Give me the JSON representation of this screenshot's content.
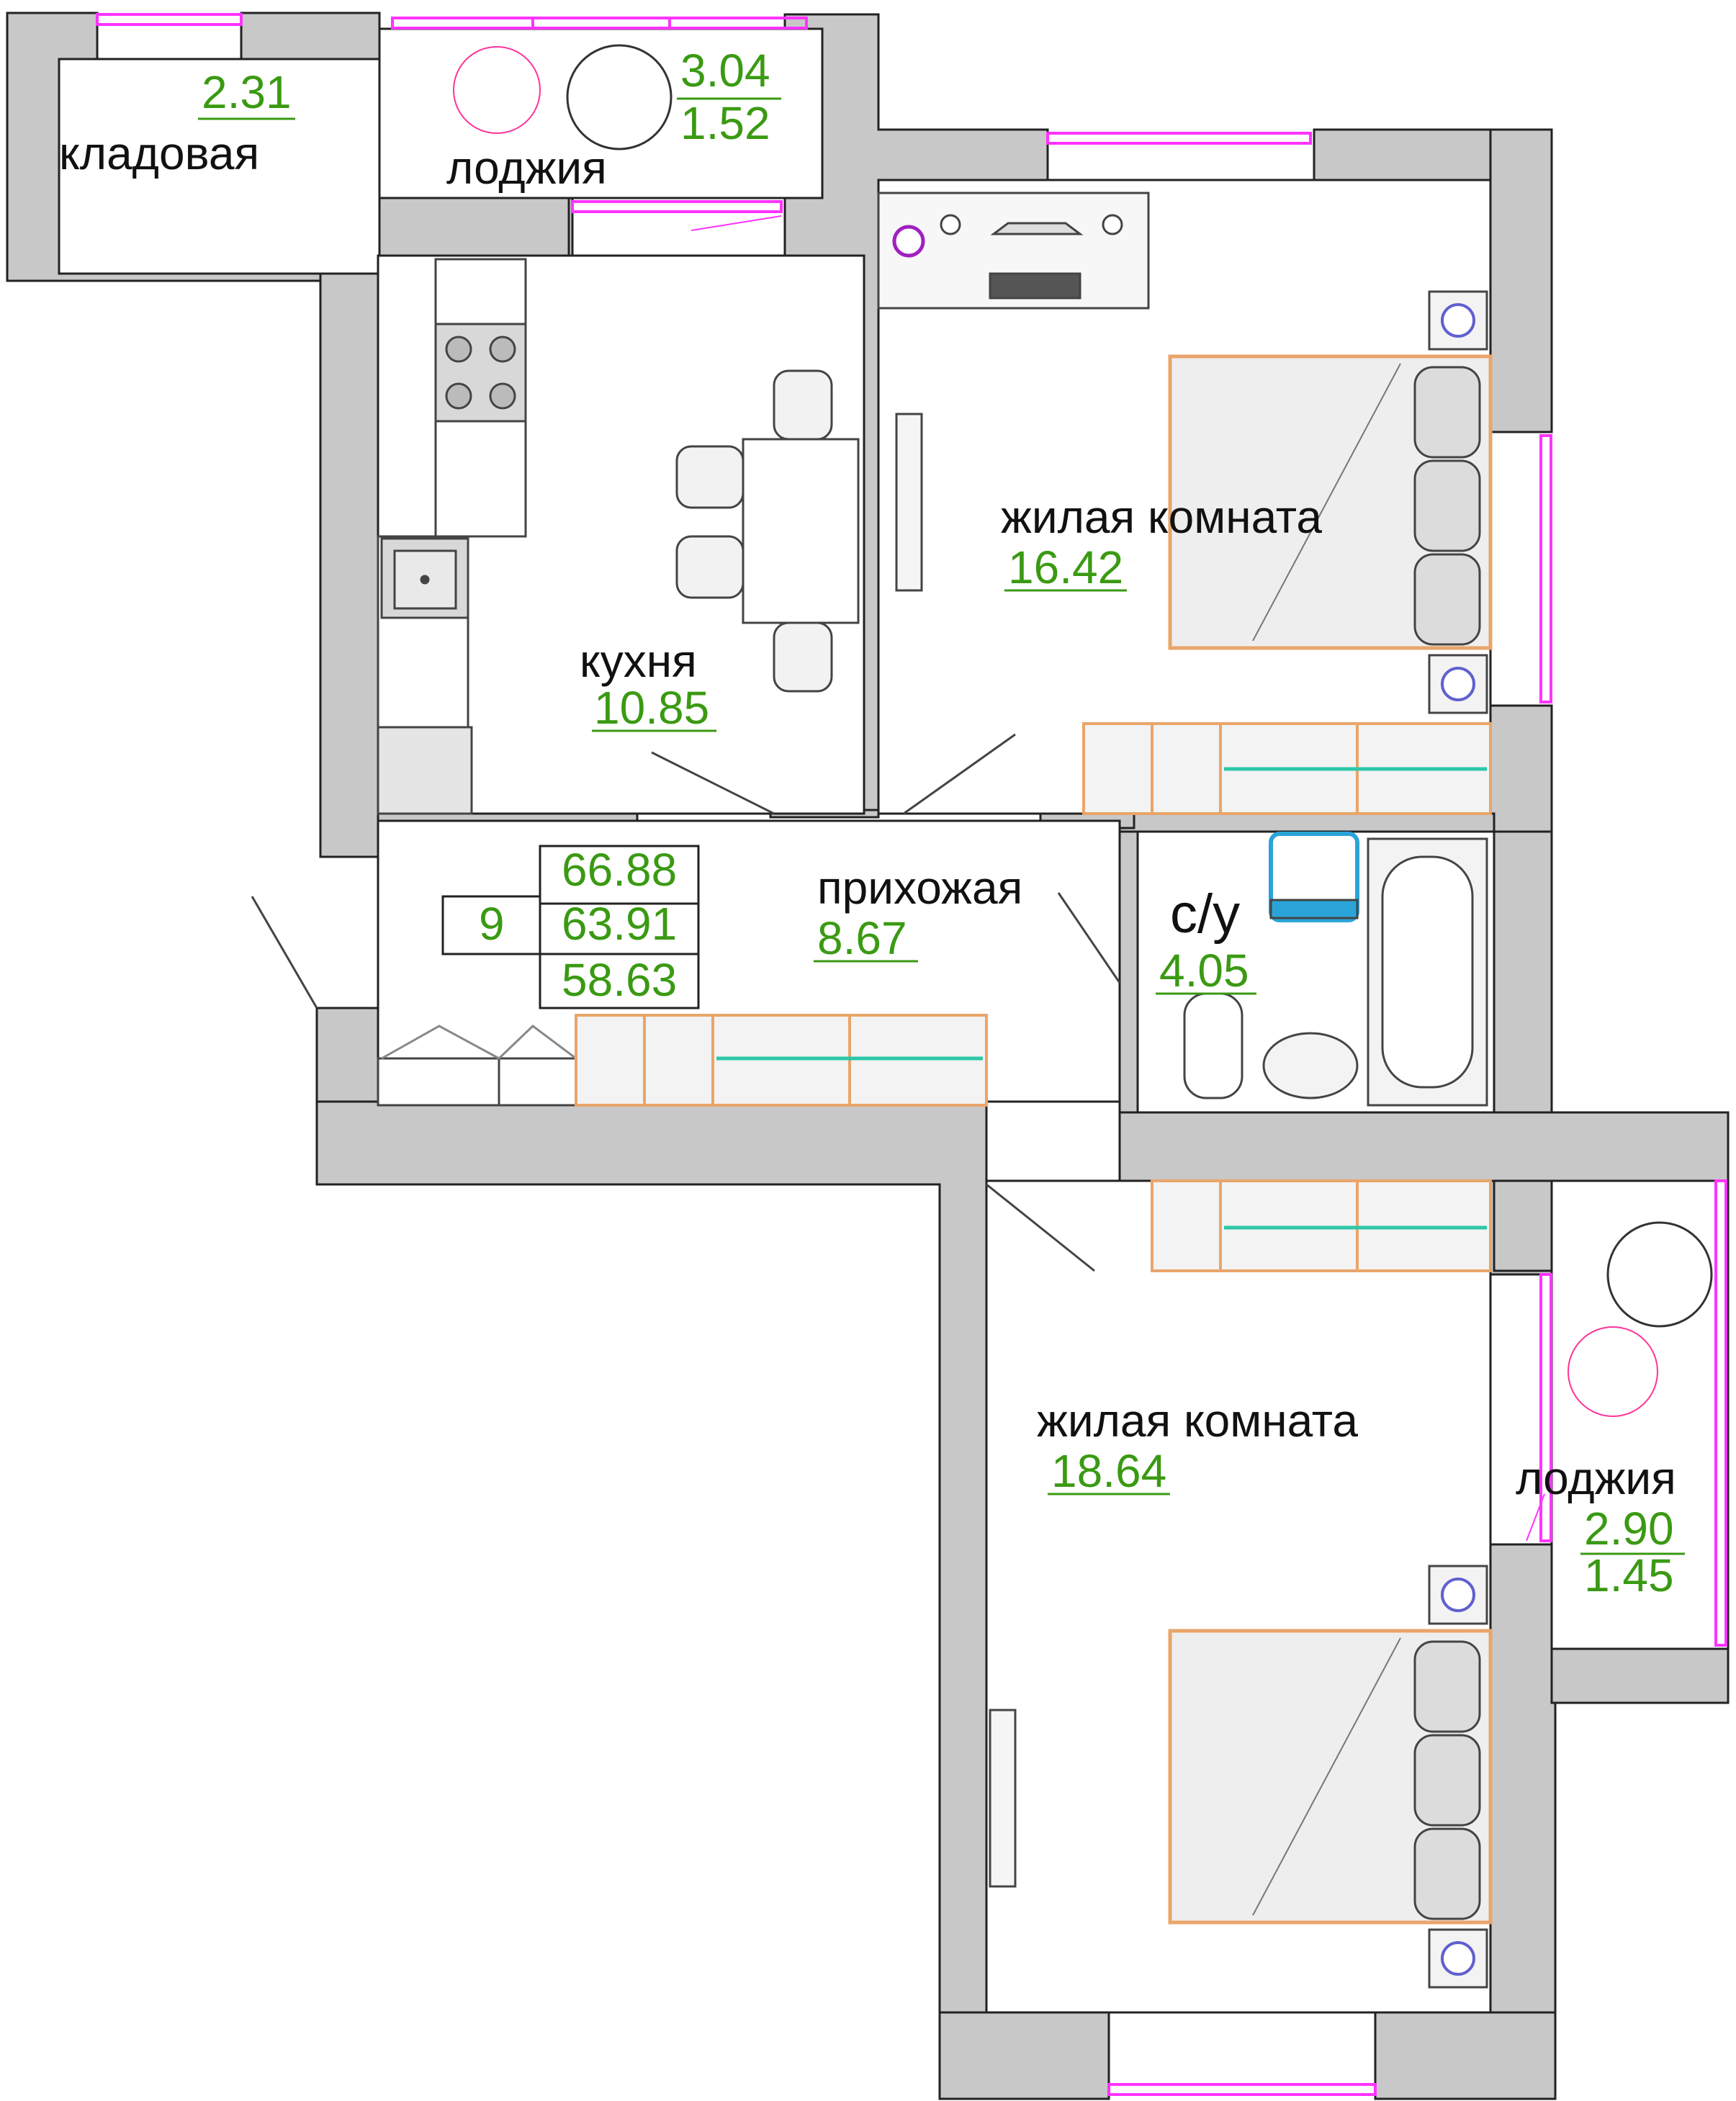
{
  "colors": {
    "wall": "#c8c8c8",
    "wall_stroke": "#222222",
    "window": "#ff33ff",
    "area_text": "#3a9a12",
    "furniture_orange": "#e9a56a",
    "accent_teal": "#2cc7a8",
    "sink_blue": "#2aa4d8"
  },
  "rooms": {
    "storage": {
      "name": "кладовая",
      "area": "2.31"
    },
    "loggia_top": {
      "name": "лоджия",
      "area_total": "3.04",
      "area_reduced": "1.52"
    },
    "kitchen": {
      "name": "кухня",
      "area": "10.85"
    },
    "bedroom_1": {
      "name": "жилая комната",
      "area": "16.42"
    },
    "hall": {
      "name": "прихожая",
      "area": "8.67"
    },
    "bathroom": {
      "name": "с/у",
      "area": "4.05"
    },
    "bedroom_2": {
      "name": "жилая комната",
      "area": "18.64"
    },
    "loggia_right": {
      "name": "лоджия",
      "area_total": "2.90",
      "area_reduced": "1.45"
    }
  },
  "summary": {
    "apartment_number": "9",
    "area_total": "66.88",
    "area_with_coef": "63.91",
    "area_living": "58.63"
  },
  "icons": [
    "stove-icon",
    "sink-icon",
    "dining-table-icon",
    "bed-icon",
    "desk-icon",
    "bathtub-icon",
    "toilet-icon",
    "wardrobe-icon",
    "armchair-icon",
    "round-table-icon",
    "tv-icon"
  ]
}
